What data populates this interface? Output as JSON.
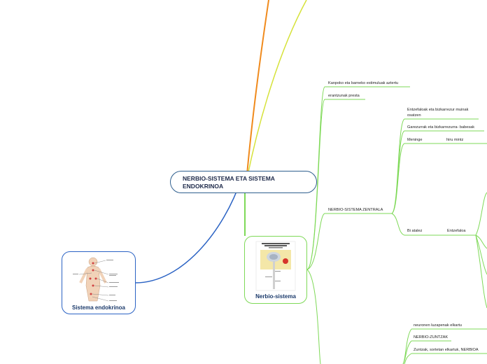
{
  "central_topic": {
    "title_line1": "NERBIO-SISTEMA ETA SISTEMA",
    "title_line2": "ENDOKRINOA"
  },
  "nodes": {
    "nerbio": {
      "label": "Nerbio-sistema"
    },
    "endokrinoa": {
      "label": "Sistema endokrinoa"
    }
  },
  "branches": {
    "kanpoko": "Kanpoko eta barneko estimuluak aztertu",
    "erantzunak": "erantzunak presta",
    "zentrala": "NERBIO-SISTEMA ZENTRALA",
    "entzefaloak_l1": "Entzefaloak eta bizkarrezur muinak",
    "entzefaloak_l2": "osatzen",
    "garezurrak": "Garezurrak eta bizkarrezurra- babesak",
    "meninge": "Meninge",
    "hiru_mintz": "hiru mintz",
    "bi_atalez": "Bi atalez",
    "entzefaloa": "Entzefaloa",
    "neuronen": "neuronen luzapenak elkartu",
    "zuntzak": "NERBIO-ZUNTZAK",
    "zuntzak_sortetan": "Zuntzak, sortetan elkartuk, NERBIOA"
  },
  "colors": {
    "central_border": "#2f5f8f",
    "green_branch": "#7ed957",
    "blue_branch": "#2b63c4",
    "yellow_branch": "#d6e23a",
    "orange_branch": "#f08a1c"
  }
}
